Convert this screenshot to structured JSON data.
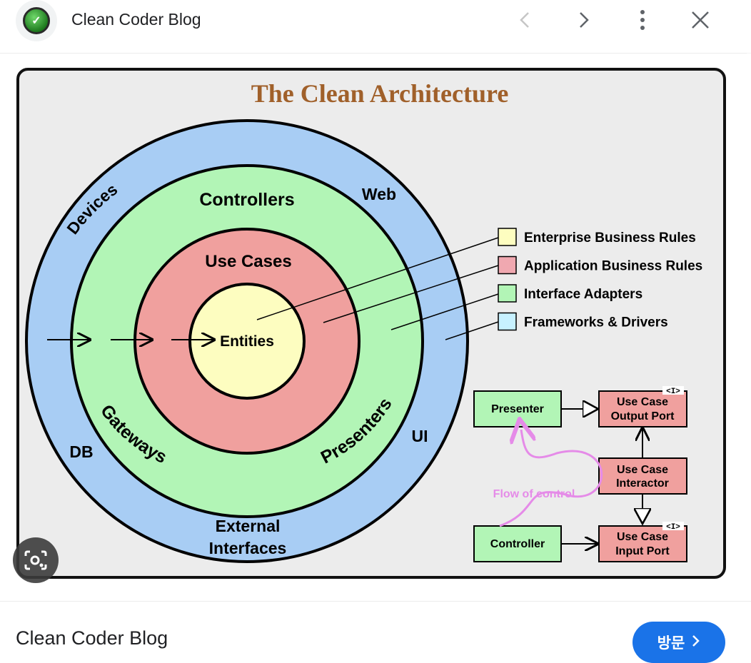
{
  "header": {
    "site_name": "Clean Coder Blog",
    "icons": [
      "site-logo-icon",
      "chevron-left-icon",
      "chevron-right-icon",
      "more-vert-icon",
      "close-icon"
    ]
  },
  "diagram": {
    "title": "The Clean Architecture",
    "rings": {
      "outer_labels": [
        "Devices",
        "Web",
        "DB",
        "UI",
        "External",
        "Interfaces"
      ],
      "green_labels": [
        "Controllers",
        "Gateways",
        "Presenters"
      ],
      "red_label": "Use Cases",
      "core_label": "Entities"
    },
    "legend": [
      {
        "label": "Enterprise Business Rules",
        "color": "#fdfdc0"
      },
      {
        "label": "Application Business Rules",
        "color": "#f0a8b0"
      },
      {
        "label": "Interface Adapters",
        "color": "#b2f5b6"
      },
      {
        "label": "Frameworks & Drivers",
        "color": "#c7f1ff"
      }
    ],
    "flow": {
      "presenter": "Presenter",
      "output_port_line1": "Use Case",
      "output_port_line2": "Output Port",
      "interactor_line1": "Use Case",
      "interactor_line2": "Interactor",
      "controller": "Controller",
      "input_port_line1": "Use Case",
      "input_port_line2": "Input Port",
      "interface_tag": "<I>",
      "flow_label": "Flow of control"
    },
    "colors": {
      "frame_bg": "#ececec",
      "ring_blue": "#a8cdf4",
      "ring_green": "#b2f5b6",
      "ring_red": "#f0a09e",
      "core_yellow": "#fdfdc0",
      "title_brown": "#a0602a",
      "flow_pink": "#e58be8"
    }
  },
  "footer": {
    "title": "Clean Coder Blog",
    "visit_label": "방문",
    "visit_icon": "chevron-right-icon"
  }
}
